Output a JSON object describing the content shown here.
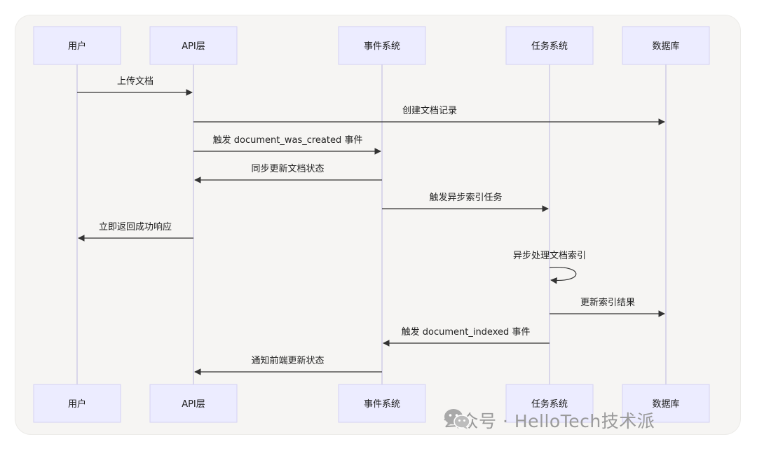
{
  "participants": [
    {
      "id": "user",
      "label": "用户"
    },
    {
      "id": "api",
      "label": "API层"
    },
    {
      "id": "event",
      "label": "事件系统"
    },
    {
      "id": "task",
      "label": "任务系统"
    },
    {
      "id": "db",
      "label": "数据库"
    }
  ],
  "messages": [
    {
      "from": "user",
      "to": "api",
      "label": "上传文档"
    },
    {
      "from": "api",
      "to": "db",
      "label": "创建文档记录"
    },
    {
      "from": "api",
      "to": "event",
      "label": "触发 document_was_created 事件"
    },
    {
      "from": "event",
      "to": "api",
      "label": "同步更新文档状态"
    },
    {
      "from": "event",
      "to": "task",
      "label": "触发异步索引任务"
    },
    {
      "from": "api",
      "to": "user",
      "label": "立即返回成功响应"
    },
    {
      "from": "task",
      "to": "task",
      "label": "异步处理文档索引"
    },
    {
      "from": "task",
      "to": "db",
      "label": "更新索引结果"
    },
    {
      "from": "task",
      "to": "event",
      "label": "触发 document_indexed 事件"
    },
    {
      "from": "event",
      "to": "api",
      "label": "通知前端更新状态"
    }
  ],
  "watermark": {
    "text": "公众号 · HelloTech技术派",
    "icon": "wechat-icon"
  },
  "colors": {
    "actor_fill": "#ececff",
    "actor_stroke": "#d4d1f3",
    "lifeline": "#cfcce8",
    "arrow": "#333333"
  }
}
